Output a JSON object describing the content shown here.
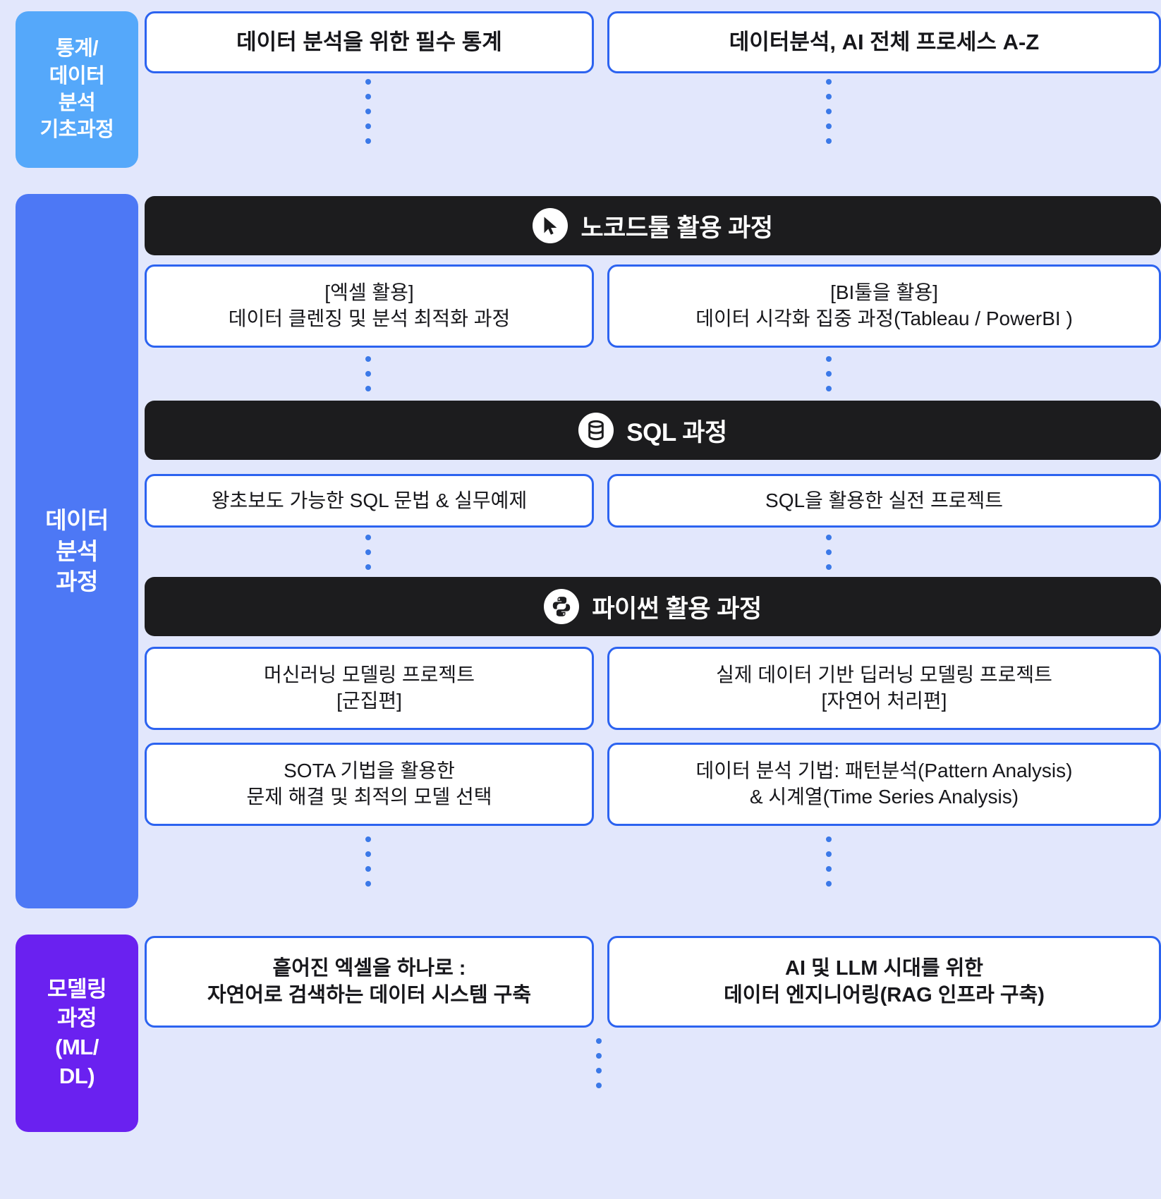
{
  "rails": [
    {
      "id": "basic",
      "label": "통계/\n데이터\n분석\n기초과정",
      "color": "#55a8fa"
    },
    {
      "id": "analysis",
      "label": "데이터\n분석\n과정",
      "color": "#4d78f5"
    },
    {
      "id": "modeling",
      "label": "모델링\n과정\n(ML/\nDL)",
      "color": "#6a21f0"
    }
  ],
  "basic_course": {
    "cards": [
      {
        "text": "데이터 분석을 위한 필수 통계"
      },
      {
        "text": "데이터분석, AI 전체 프로세스 A-Z"
      }
    ]
  },
  "sections": {
    "nocode": {
      "title": "노코드툴 활용 과정",
      "icon": "cursor-pointer-icon",
      "cards": [
        {
          "text": "[엑셀 활용]\n데이터 클렌징 및 분석 최적화 과정"
        },
        {
          "text": "[BI툴을 활용]\n데이터 시각화 집중 과정(Tableau / PowerBI )"
        }
      ]
    },
    "sql": {
      "title": "SQL 과정",
      "icon": "database-icon",
      "cards": [
        {
          "text": "왕초보도 가능한 SQL 문법 & 실무예제"
        },
        {
          "text": "SQL을 활용한 실전 프로젝트"
        }
      ]
    },
    "python": {
      "title": "파이썬 활용 과정",
      "icon": "python-icon",
      "cards": [
        {
          "text": "머신러닝 모델링 프로젝트\n[군집편]"
        },
        {
          "text": "실제 데이터 기반 딥러닝 모델링 프로젝트\n[자연어 처리편]"
        },
        {
          "text": "SOTA 기법을 활용한\n문제 해결 및 최적의 모델 선택"
        },
        {
          "text": "데이터 분석 기법:  패턴분석(Pattern Analysis)\n& 시계열(Time Series Analysis)"
        }
      ]
    }
  },
  "modeling_course": {
    "cards": [
      {
        "text": "흩어진 엑셀을 하나로 :\n자연어로 검색하는 데이터 시스템 구축"
      },
      {
        "text": "AI 및 LLM 시대를 위한\n데이터 엔지니어링(RAG 인프라 구축)"
      }
    ]
  },
  "colors": {
    "background": "#e2e7fc",
    "card_border": "#2c63f0",
    "section_bar": "#1c1c1e",
    "dot": "#3b79e8",
    "rail_basic": "#55a8fa",
    "rail_analysis": "#4d78f5",
    "rail_modeling": "#6a21f0"
  }
}
